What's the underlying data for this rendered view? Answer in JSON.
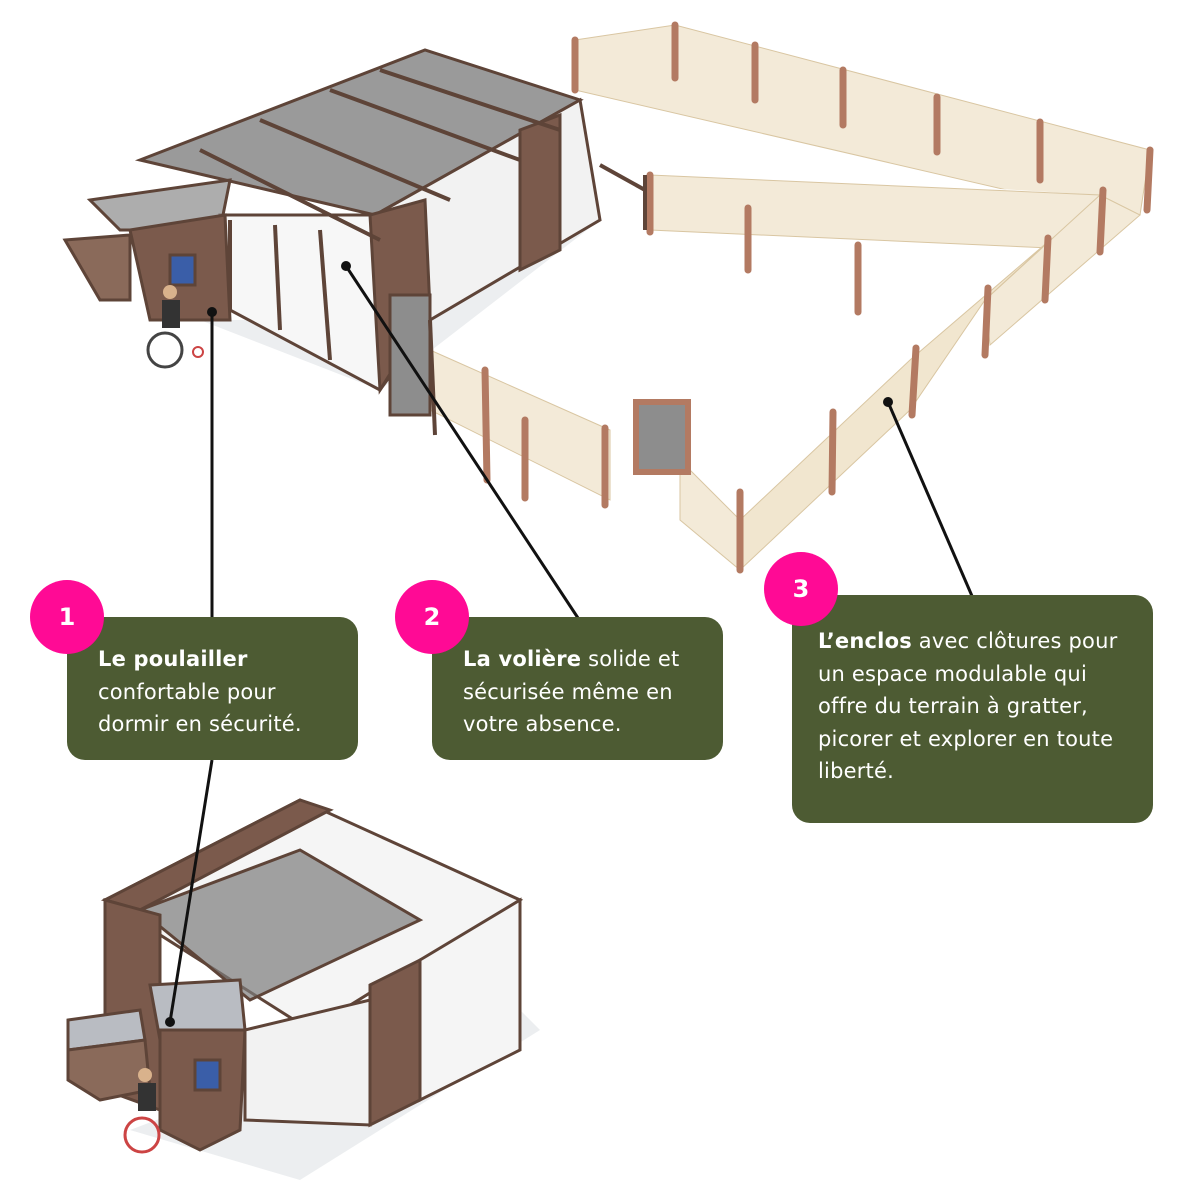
{
  "colors": {
    "card": "#4d5b33",
    "badge": "#ff0a95",
    "wood": "#7a5a4c",
    "fence": "#e3d2b0"
  },
  "callouts": [
    {
      "number": "1",
      "title": "Le poulailler",
      "text": "confortable pour dormir en sécurité."
    },
    {
      "number": "2",
      "title": "La volière",
      "text": "solide et sécurisée même en votre absence."
    },
    {
      "number": "3",
      "title": "L’enclos",
      "text": "avec clôtures pour un espace modulable qui offre du terrain à gratter, picorer et explorer en toute liberté."
    }
  ]
}
